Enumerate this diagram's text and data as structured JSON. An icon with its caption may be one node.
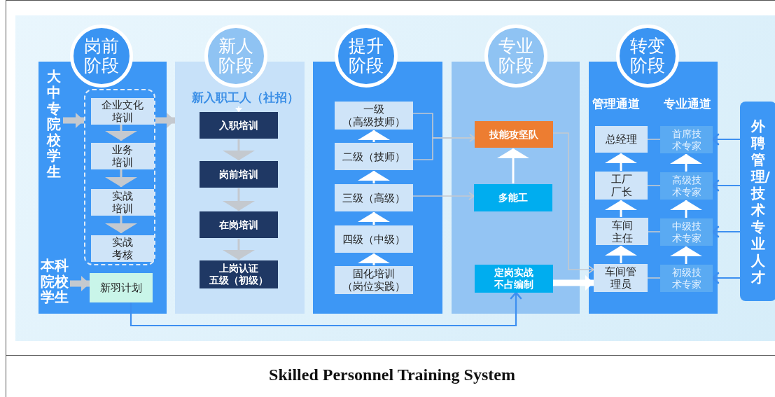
{
  "diagram": {
    "caption": "Skilled Personnel Training System",
    "nodes": [
      {
        "text": [
          "岗前阶段"
        ]
      },
      {
        "text": [
          "大中专院校学生"
        ],
        "in": 0
      },
      {
        "text": [],
        "shape": "box",
        "in": 0
      },
      {
        "text": [
          "企业文化培训"
        ],
        "in": 2
      },
      {
        "text": [
          "业务培训"
        ],
        "in": 2
      },
      {
        "text": [
          "实战培训"
        ],
        "in": 2
      },
      {
        "text": [
          "实战考核"
        ],
        "in": 2
      },
      {
        "text": [
          "本科院校学生"
        ],
        "in": 0
      },
      {
        "text": [
          "新羽计划"
        ],
        "in": 0
      },
      {
        "text": [
          "新人阶段"
        ]
      },
      {
        "text": [
          "新入职工人（社招）"
        ],
        "in": 9
      },
      {
        "text": [
          "入职培训"
        ],
        "in": 9
      },
      {
        "text": [
          "岗前培训"
        ],
        "in": 9
      },
      {
        "text": [
          "在岗培训"
        ],
        "in": 9
      },
      {
        "text": [
          "上岗认证",
          "五级（初级）"
        ],
        "in": 9
      },
      {
        "text": [
          "提升阶段"
        ]
      },
      {
        "text": [
          "一级",
          "（高级技师）"
        ],
        "in": 15
      },
      {
        "text": [
          "二级（技师）"
        ],
        "in": 15
      },
      {
        "text": [
          "三级（高级）"
        ],
        "in": 15
      },
      {
        "text": [
          "四级（中级）"
        ],
        "in": 15
      },
      {
        "text": [
          "固化培训",
          "（岗位实践）"
        ],
        "in": 15
      },
      {
        "text": [
          "专业阶段"
        ]
      },
      {
        "text": [
          "技能攻坚队"
        ],
        "in": 21
      },
      {
        "text": [
          "多能工"
        ],
        "in": 21
      },
      {
        "text": [
          "定岗实战不占编制"
        ],
        "in": 21
      },
      {
        "text": [
          "转变阶段",
          "管理通道",
          "专业通道"
        ]
      },
      {
        "text": [
          "总经理"
        ],
        "in": 25
      },
      {
        "text": [
          "工厂厂长"
        ],
        "in": 25
      },
      {
        "text": [
          "车间主任"
        ],
        "in": 25
      },
      {
        "text": [
          "车间管理员"
        ],
        "in": 25
      },
      {
        "text": [
          "首席技术专家"
        ],
        "in": 25
      },
      {
        "text": [
          "高级技术专家"
        ],
        "in": 25
      },
      {
        "text": [
          "中级技术专家"
        ],
        "in": 25
      },
      {
        "text": [
          "初级技术专家"
        ],
        "in": 25
      },
      {
        "text": [
          "外聘管理/技术专业人才"
        ]
      }
    ],
    "edges": [
      {
        "from": 1,
        "to": 2,
        "arrow": "to",
        "style": "thick"
      },
      {
        "from": 2,
        "to": 9,
        "arrow": "to",
        "style": "thick"
      },
      {
        "from": 7,
        "to": 8,
        "arrow": "to",
        "style": "thick"
      },
      {
        "from": 3,
        "to": 4,
        "arrow": "to"
      },
      {
        "from": 4,
        "to": 5,
        "arrow": "to"
      },
      {
        "from": 5,
        "to": 6,
        "arrow": "to"
      },
      {
        "from": 10,
        "to": 11,
        "arrow": "to",
        "color": "#ffffff"
      },
      {
        "from": 11,
        "to": 12,
        "arrow": "to"
      },
      {
        "from": 12,
        "to": 13,
        "arrow": "to"
      },
      {
        "from": 13,
        "to": 14,
        "arrow": "to"
      },
      {
        "from": 20,
        "to": 19,
        "arrow": "to",
        "color": "#ffffff"
      },
      {
        "from": 19,
        "to": 18,
        "arrow": "to",
        "color": "#ffffff"
      },
      {
        "from": 18,
        "to": 17,
        "arrow": "to",
        "color": "#ffffff"
      },
      {
        "from": 17,
        "to": 16,
        "arrow": "to",
        "color": "#ffffff"
      },
      {
        "from": 16,
        "to": 22,
        "arrow": "to"
      },
      {
        "from": 17,
        "to": 22,
        "arrow": "to"
      },
      {
        "from": 18,
        "to": 23,
        "arrow": "to"
      },
      {
        "from": 23,
        "to": 22,
        "arrow": "to",
        "color": "#ffffff"
      },
      {
        "from": 22,
        "to": 29,
        "arrow": "to"
      },
      {
        "from": 24,
        "to": 29,
        "arrow": "to",
        "style": "thick",
        "color": "#ffffff"
      },
      {
        "from": 8,
        "to": 24,
        "arrow": "to",
        "color": "#3d8ff0"
      },
      {
        "from": 29,
        "to": 28,
        "arrow": "to",
        "color": "#ffffff"
      },
      {
        "from": 28,
        "to": 27,
        "arrow": "to",
        "color": "#ffffff"
      },
      {
        "from": 27,
        "to": 26,
        "arrow": "to",
        "color": "#ffffff"
      },
      {
        "from": 33,
        "to": 32,
        "arrow": "to",
        "color": "#ffffff"
      },
      {
        "from": 32,
        "to": 31,
        "arrow": "to",
        "color": "#ffffff"
      },
      {
        "from": 31,
        "to": 30,
        "arrow": "to",
        "color": "#ffffff"
      },
      {
        "from": 26,
        "to": 30,
        "arrow": "none"
      },
      {
        "from": 27,
        "to": 31,
        "arrow": "none"
      },
      {
        "from": 28,
        "to": 32,
        "arrow": "none"
      },
      {
        "from": 29,
        "to": 33,
        "arrow": "none"
      },
      {
        "from": 34,
        "to": 30,
        "arrow": "to",
        "color": "#3d8ff0"
      },
      {
        "from": 34,
        "to": 31,
        "arrow": "to",
        "color": "#3d8ff0"
      },
      {
        "from": 34,
        "to": 32,
        "arrow": "to",
        "color": "#3d8ff0"
      },
      {
        "from": 34,
        "to": 33,
        "arrow": "to",
        "color": "#3d8ff0"
      }
    ]
  }
}
